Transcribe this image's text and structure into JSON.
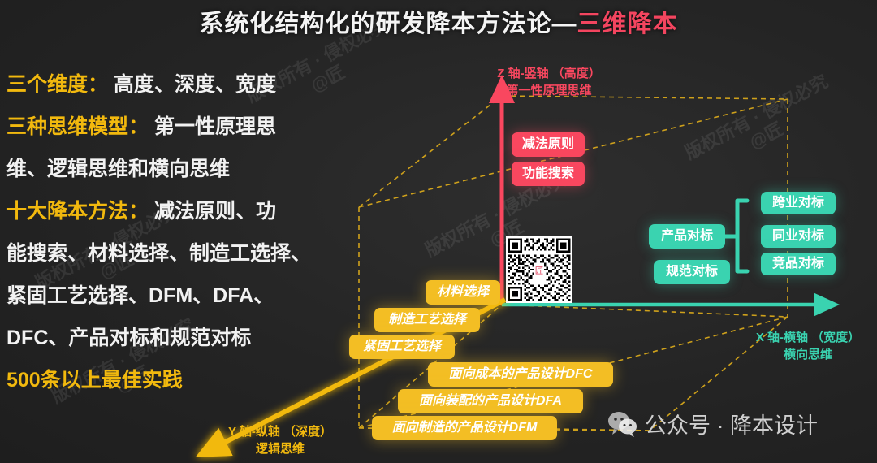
{
  "title": {
    "main": "系统化结构化的研发降本方法论—",
    "accent": "三维降本"
  },
  "left_panel": {
    "lines": [
      {
        "key": "三个维度：",
        "value": "高度、深度、宽度"
      },
      {
        "key": "三种思维模型：",
        "value": "第一性原理思"
      },
      {
        "key": "",
        "value": "维、逻辑思维和横向思维"
      },
      {
        "key": "十大降本方法：",
        "value": "减法原则、功"
      },
      {
        "key": "",
        "value": "能搜索、材料选择、制造工选择、"
      },
      {
        "key": "",
        "value": "紧固工艺选择、DFM、DFA、"
      },
      {
        "key": "",
        "value": "DFC、产品对标和规范对标"
      }
    ],
    "highlight": "500条以上最佳实践"
  },
  "axes": {
    "z": {
      "line1": "Z 轴-竖轴 （高度）",
      "line2": "第一性原理思维",
      "color": "#f9475f"
    },
    "x": {
      "line1": "X 轴-横轴 （宽度）",
      "line2": "横向思维",
      "color": "#3ad3b0"
    },
    "y": {
      "line1": "Y 轴-纵轴 （深度）",
      "line2": "逻辑思维",
      "color": "#f2b90e"
    }
  },
  "tags": {
    "z_axis": [
      {
        "label": "减法原则"
      },
      {
        "label": "功能搜索"
      }
    ],
    "x_axis_primary": [
      {
        "label": "产品对标"
      },
      {
        "label": "规范对标"
      }
    ],
    "x_axis_branch": [
      {
        "label": "跨业对标"
      },
      {
        "label": "同业对标"
      },
      {
        "label": "竞品对标"
      }
    ],
    "y_axis": [
      {
        "label": "材料选择"
      },
      {
        "label": "制造工艺选择"
      },
      {
        "label": "紧固工艺选择"
      },
      {
        "label": "面向成本的产品设计DFC"
      },
      {
        "label": "面向装配的产品设计DFA"
      },
      {
        "label": "面向制造的产品设计DFM"
      }
    ]
  },
  "watermarks": [
    {
      "text": "版权所有 · 侵权必究"
    },
    {
      "text": "@匠"
    }
  ],
  "footer": {
    "icon": "wechat-icon",
    "text": "公众号 · 降本设计"
  },
  "qr": {
    "name": "qr-code",
    "center_glyph": "匠"
  },
  "colors": {
    "background": "#262626",
    "accent_red": "#f9475f",
    "accent_yellow": "#f3be24",
    "accent_teal": "#3ad3b0",
    "heading_yellow": "#f2b90e",
    "text_white": "#f2f2f2"
  }
}
